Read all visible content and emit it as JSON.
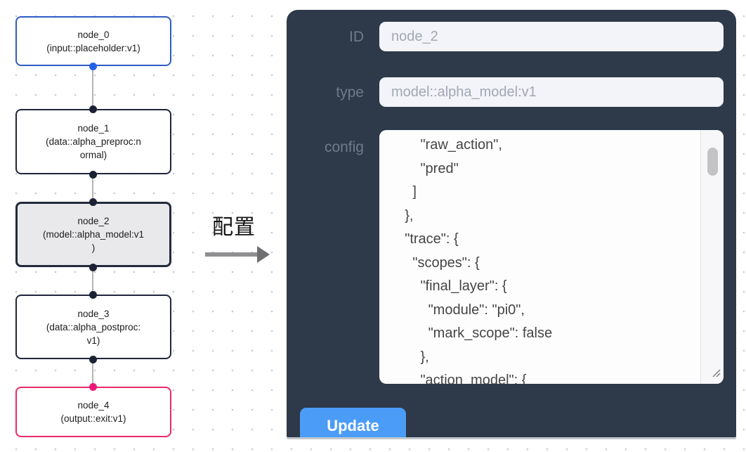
{
  "graph": {
    "nodes": [
      {
        "id": "node_0",
        "lines": [
          "node_0",
          "(input::placeholder:v1)"
        ],
        "border_color": "#2f5cc4",
        "port_color": "#2563eb"
      },
      {
        "id": "node_1",
        "lines": [
          "node_1",
          "(data::alpha_preproc:n",
          "ormal)"
        ],
        "border_color": "#20263a",
        "port_color": "#1b2233"
      },
      {
        "id": "node_2",
        "lines": [
          "node_2",
          "(model::alpha_model:v1",
          ")"
        ],
        "border_color": "#232a3b",
        "bg_color": "#e9e9ec",
        "port_color": "#1b2233",
        "selected": true
      },
      {
        "id": "node_3",
        "lines": [
          "node_3",
          "(data::alpha_postproc:",
          "v1)"
        ],
        "border_color": "#20263a",
        "port_color": "#1b2233"
      },
      {
        "id": "node_4",
        "lines": [
          "node_4",
          "(output::exit:v1)"
        ],
        "border_color": "#ea2a68",
        "port_color": "#f01878"
      }
    ]
  },
  "transfer": {
    "label": "配置"
  },
  "panel": {
    "fields": [
      {
        "label": "ID",
        "value": "node_2"
      },
      {
        "label": "type",
        "value": "model::alpha_model:v1"
      }
    ],
    "config_label": "config",
    "config_text": "        \"raw_action\",\n        \"pred\"\n      ]\n    },\n    \"trace\": {\n      \"scopes\": {\n        \"final_layer\": {\n          \"module\": \"pi0\",\n          \"mark_scope\": false\n        },\n        \"action_model\": {",
    "update_label": "Update",
    "colors": {
      "panel_bg": "#2e3949",
      "accent_blue": "#4b9cf7",
      "input_bg": "#f2f4f9",
      "node_selected_bg": "#e9e9ec",
      "input_node_border": "#2f5cc4",
      "output_node_border": "#ea2a68"
    }
  }
}
